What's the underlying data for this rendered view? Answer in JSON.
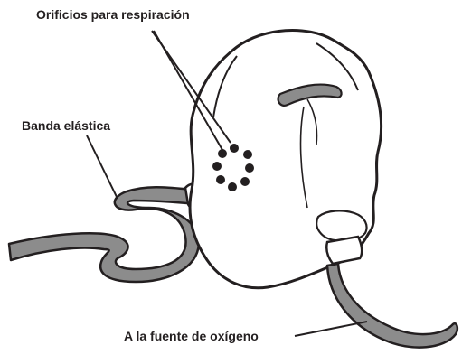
{
  "labels": {
    "breathing_holes": "Orificios para respiración",
    "elastic_band": "Banda elástica",
    "oxygen_source": "A la fuente de oxígeno"
  },
  "colors": {
    "ink": "#231f20",
    "tubing_fill": "#8c8c8c",
    "mask_fill": "#ffffff"
  }
}
